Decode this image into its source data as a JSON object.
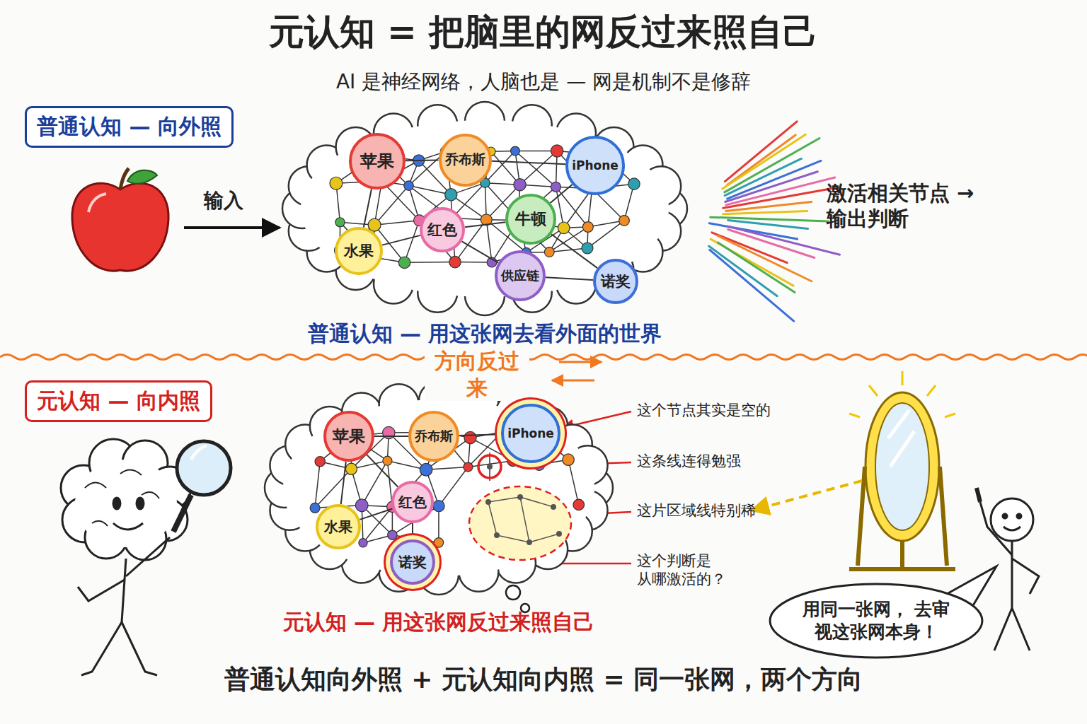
{
  "diagram": {
    "title": "元认知 = 把脑里的网反过来照自己",
    "caption": "普通认知向外照 + 元认知向内照 = 同一张网，两个方向",
    "nodes": [
      {
        "text": [
          "普通认知 — 向外照"
        ]
      },
      {
        "text": [
          "普通认知 — 用这张网去看外面的世界"
        ]
      },
      {
        "text": [
          "苹果"
        ],
        "in": 1
      },
      {
        "text": [
          "乔布斯"
        ],
        "in": 1
      },
      {
        "text": [
          "iPhone"
        ],
        "in": 1
      },
      {
        "text": [
          "牛顿"
        ],
        "in": 1
      },
      {
        "text": [
          "水果"
        ],
        "in": 1
      },
      {
        "text": [
          "红色"
        ],
        "in": 1
      },
      {
        "text": [
          "供应链"
        ],
        "in": 1
      },
      {
        "text": [
          "诺奖"
        ],
        "in": 1
      },
      {
        "text": [
          "元认知 — 向内照"
        ]
      },
      {
        "text": [
          "元认知 — 用这张网反过来照自己"
        ]
      },
      {
        "text": [
          "苹果"
        ],
        "in": 11
      },
      {
        "text": [
          "乔布斯"
        ],
        "in": 11
      },
      {
        "text": [
          "iPhone"
        ],
        "in": 11
      },
      {
        "text": [
          "红色"
        ],
        "in": 11
      },
      {
        "text": [
          "水果"
        ],
        "in": 11
      },
      {
        "text": [
          "诺奖"
        ],
        "in": 11
      },
      {
        "text": [
          "用同一张网， 去审视这张网本身！"
        ]
      }
    ],
    "edges": [
      {
        "from": 2,
        "to": 3,
        "arrow": "none"
      },
      {
        "from": 3,
        "to": 4,
        "arrow": "none"
      },
      {
        "from": 2,
        "to": 6,
        "arrow": "none"
      },
      {
        "from": 6,
        "to": 7,
        "arrow": "none"
      },
      {
        "from": 7,
        "to": 5,
        "arrow": "none"
      },
      {
        "from": 5,
        "to": 4,
        "arrow": "none"
      },
      {
        "from": 7,
        "to": 8,
        "arrow": "none"
      },
      {
        "from": 8,
        "to": 9,
        "arrow": "none"
      },
      {
        "from": 5,
        "to": 9,
        "arrow": "none"
      },
      {
        "from": 12,
        "to": 13,
        "arrow": "none"
      },
      {
        "from": 13,
        "to": 14,
        "arrow": "none"
      },
      {
        "from": 12,
        "to": 16,
        "arrow": "none"
      },
      {
        "from": 16,
        "to": 15,
        "arrow": "none"
      },
      {
        "from": 15,
        "to": 17,
        "arrow": "none"
      },
      {
        "from": 12,
        "to": 15,
        "arrow": "none"
      }
    ],
    "labels": [
      "AI 是神经网络，人脑也是 — 网是机制不是修辞",
      "输入",
      "激活相关节点 → 输出判断",
      "方向反过来",
      "这个节点其实是空的",
      "这条线连得勉强",
      "这片区域线特别稀",
      "这个判断是 从哪激活的？"
    ]
  }
}
